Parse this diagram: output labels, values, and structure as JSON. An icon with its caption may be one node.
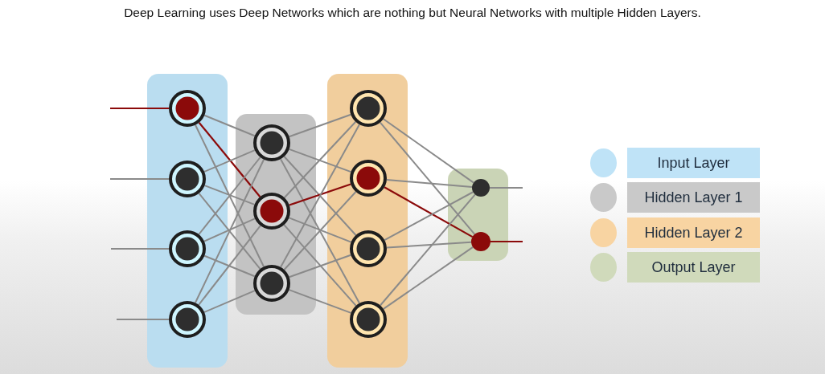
{
  "diagram": {
    "title": "Deep Learning uses Deep Networks which are nothing but Neural Networks with multiple Hidden Layers.",
    "nodes": [
      {
        "text": [],
        "shape": "band"
      },
      {
        "text": [],
        "shape": "circle",
        "in": 0
      },
      {
        "text": [],
        "shape": "circle",
        "in": 0
      },
      {
        "text": [],
        "shape": "circle",
        "in": 0
      },
      {
        "text": [],
        "shape": "circle",
        "in": 0
      },
      {
        "text": [],
        "shape": "band"
      },
      {
        "text": [],
        "shape": "circle",
        "in": 5
      },
      {
        "text": [],
        "shape": "circle",
        "in": 5
      },
      {
        "text": [],
        "shape": "circle",
        "in": 5
      },
      {
        "text": [],
        "shape": "band"
      },
      {
        "text": [],
        "shape": "circle",
        "in": 9
      },
      {
        "text": [],
        "shape": "circle",
        "in": 9
      },
      {
        "text": [],
        "shape": "circle",
        "in": 9
      },
      {
        "text": [],
        "shape": "circle",
        "in": 9
      },
      {
        "text": [],
        "shape": "band"
      },
      {
        "text": [],
        "shape": "circle",
        "in": 14
      },
      {
        "text": [],
        "shape": "circle",
        "in": 14
      }
    ],
    "edges": [
      {
        "from": null,
        "to": 1,
        "arrow": "none",
        "color": "#8b0a0a"
      },
      {
        "from": null,
        "to": 2,
        "arrow": "none"
      },
      {
        "from": null,
        "to": 3,
        "arrow": "none"
      },
      {
        "from": null,
        "to": 4,
        "arrow": "none"
      },
      {
        "from": 1,
        "to": 6,
        "arrow": "none"
      },
      {
        "from": 1,
        "to": 7,
        "arrow": "none",
        "color": "#8b0a0a"
      },
      {
        "from": 1,
        "to": 8,
        "arrow": "none"
      },
      {
        "from": 2,
        "to": 6,
        "arrow": "none"
      },
      {
        "from": 2,
        "to": 7,
        "arrow": "none"
      },
      {
        "from": 2,
        "to": 8,
        "arrow": "none"
      },
      {
        "from": 3,
        "to": 6,
        "arrow": "none"
      },
      {
        "from": 3,
        "to": 7,
        "arrow": "none"
      },
      {
        "from": 3,
        "to": 8,
        "arrow": "none"
      },
      {
        "from": 4,
        "to": 6,
        "arrow": "none"
      },
      {
        "from": 4,
        "to": 7,
        "arrow": "none"
      },
      {
        "from": 4,
        "to": 8,
        "arrow": "none"
      },
      {
        "from": 6,
        "to": 10,
        "arrow": "none"
      },
      {
        "from": 6,
        "to": 11,
        "arrow": "none"
      },
      {
        "from": 6,
        "to": 12,
        "arrow": "none"
      },
      {
        "from": 6,
        "to": 13,
        "arrow": "none"
      },
      {
        "from": 7,
        "to": 10,
        "arrow": "none"
      },
      {
        "from": 7,
        "to": 11,
        "arrow": "none",
        "color": "#8b0a0a"
      },
      {
        "from": 7,
        "to": 12,
        "arrow": "none"
      },
      {
        "from": 7,
        "to": 13,
        "arrow": "none"
      },
      {
        "from": 8,
        "to": 10,
        "arrow": "none"
      },
      {
        "from": 8,
        "to": 11,
        "arrow": "none"
      },
      {
        "from": 8,
        "to": 12,
        "arrow": "none"
      },
      {
        "from": 8,
        "to": 13,
        "arrow": "none"
      },
      {
        "from": 10,
        "to": 15,
        "arrow": "none"
      },
      {
        "from": 10,
        "to": 16,
        "arrow": "none"
      },
      {
        "from": 11,
        "to": 15,
        "arrow": "none"
      },
      {
        "from": 11,
        "to": 16,
        "arrow": "none",
        "color": "#8b0a0a"
      },
      {
        "from": 12,
        "to": 15,
        "arrow": "none"
      },
      {
        "from": 12,
        "to": 16,
        "arrow": "none"
      },
      {
        "from": 13,
        "to": 15,
        "arrow": "none"
      },
      {
        "from": 13,
        "to": 16,
        "arrow": "none"
      },
      {
        "from": 15,
        "to": null,
        "arrow": "none"
      },
      {
        "from": 16,
        "to": null,
        "arrow": "none",
        "color": "#8b0a0a"
      }
    ],
    "legend": [
      {
        "text": "Input Layer",
        "color": "#bfe3f7"
      },
      {
        "text": "Hidden Layer 1",
        "color": "#c9c9c9"
      },
      {
        "text": "Hidden Layer 2",
        "color": "#f8d4a2"
      },
      {
        "text": "Output Layer",
        "color": "#d0dabb"
      }
    ]
  }
}
